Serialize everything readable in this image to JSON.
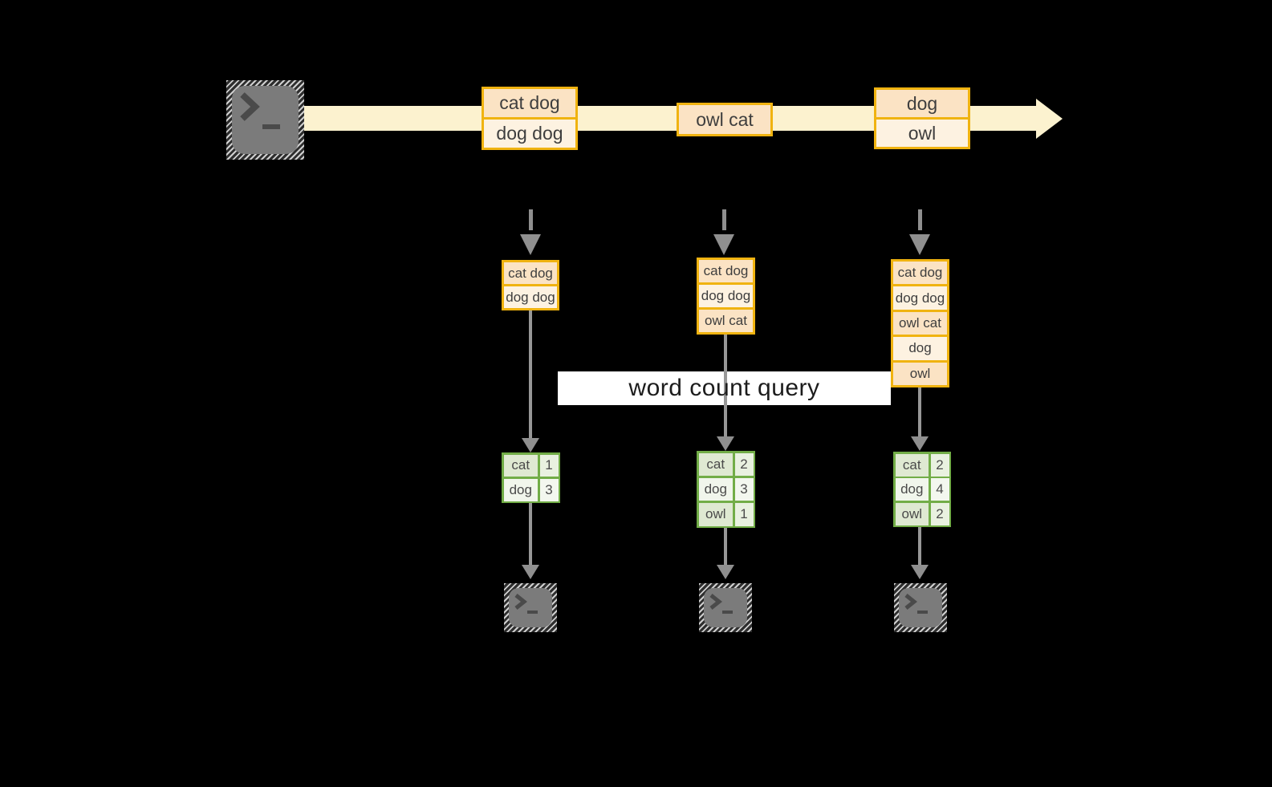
{
  "banner": {
    "label": "word count query"
  },
  "stream": {
    "batches": [
      {
        "records": [
          "cat dog",
          "dog dog"
        ]
      },
      {
        "records": [
          "owl cat"
        ]
      },
      {
        "records": [
          "dog",
          "owl"
        ]
      }
    ]
  },
  "snapshots": [
    {
      "records": [
        "cat dog",
        "dog dog"
      ],
      "counts": [
        {
          "word": "cat",
          "count": "1"
        },
        {
          "word": "dog",
          "count": "3"
        }
      ]
    },
    {
      "records": [
        "cat dog",
        "dog dog",
        "owl cat"
      ],
      "counts": [
        {
          "word": "cat",
          "count": "2"
        },
        {
          "word": "dog",
          "count": "3"
        },
        {
          "word": "owl",
          "count": "1"
        }
      ]
    },
    {
      "records": [
        "cat dog",
        "dog dog",
        "owl cat",
        "dog",
        "owl"
      ],
      "counts": [
        {
          "word": "cat",
          "count": "2"
        },
        {
          "word": "dog",
          "count": "4"
        },
        {
          "word": "owl",
          "count": "2"
        }
      ]
    }
  ],
  "icons": {
    "source": "terminal-icon",
    "sink": "terminal-icon",
    "stream_end": "right-arrowhead-icon",
    "ingest": "dashed-down-arrow-icon",
    "emit": "down-arrow-icon"
  },
  "colors": {
    "background": "#000000",
    "stream_band": "#fcf2cf",
    "record_border": "#f0b310",
    "record_fill_dark": "#fbe3c4",
    "record_fill_light": "#fdf2e1",
    "table_border": "#72ad47",
    "table_cell_dark": "#dfe9d2",
    "table_cell_light": "#f1f6ec",
    "arrow_gray": "#979797",
    "banner_background": "#ffffff"
  }
}
